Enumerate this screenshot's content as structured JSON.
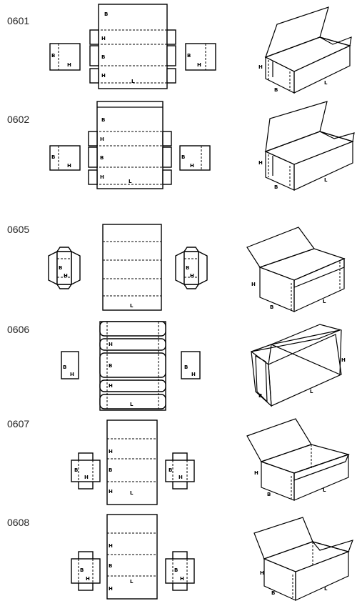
{
  "styles": [
    {
      "code": "0601",
      "dim": {
        "b": "B",
        "h": "H",
        "l": "L"
      }
    },
    {
      "code": "0602",
      "dim": {
        "b": "B",
        "h": "H",
        "l": "L"
      }
    },
    {
      "code": "0605",
      "dim": {
        "b": "B",
        "h": "H",
        "l": "L"
      }
    },
    {
      "code": "0606",
      "dim": {
        "b": "B",
        "h": "H",
        "l": "L"
      }
    },
    {
      "code": "0607",
      "dim": {
        "b": "B",
        "h": "H",
        "l": "L"
      }
    },
    {
      "code": "0608",
      "dim": {
        "b": "B",
        "h": "H",
        "l": "L"
      }
    }
  ]
}
